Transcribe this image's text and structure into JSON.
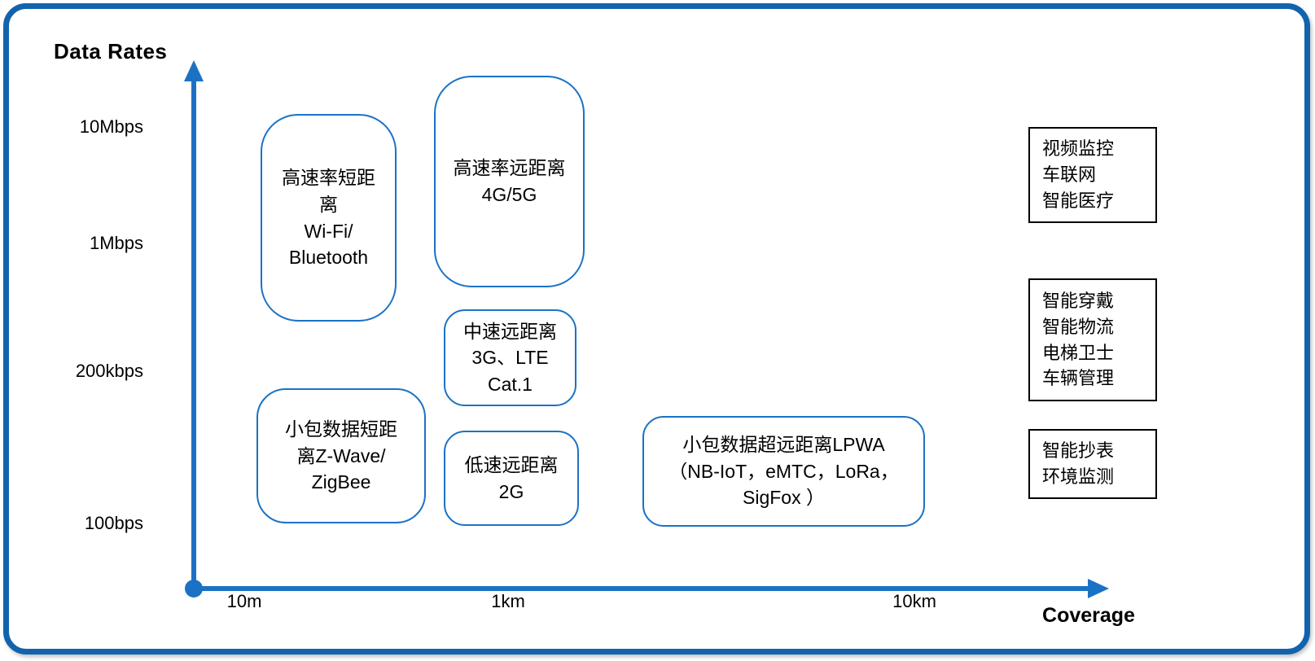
{
  "titles": {
    "y_axis": "Data Rates",
    "x_axis": "Coverage"
  },
  "axes": {
    "y_ticks": [
      "10Mbps",
      "1Mbps",
      "200kbps",
      "100bps"
    ],
    "x_ticks": [
      "10m",
      "1km",
      "10km"
    ]
  },
  "tech_boxes": [
    {
      "id": "wifi-bluetooth",
      "text": "高速率短距\n离\nWi-Fi/\nBluetooth"
    },
    {
      "id": "4g-5g",
      "text": "高速率远距离\n4G/5G"
    },
    {
      "id": "3g-lte-cat1",
      "text": "中速远距离\n3G、LTE\nCat.1"
    },
    {
      "id": "zwave-zigbee",
      "text": "小包数据短距\n离Z-Wave/\nZigBee"
    },
    {
      "id": "2g",
      "text": "低速远距离\n2G"
    },
    {
      "id": "lpwa",
      "text": "小包数据超远距离LPWA\n（NB-IoT，eMTC，LoRa，\nSigFox ）"
    }
  ],
  "app_boxes": [
    {
      "id": "video-surveillance",
      "text": "视频监控\n车联网\n智能医疗"
    },
    {
      "id": "smart-wearables",
      "text": "智能穿戴\n智能物流\n电梯卫士\n车辆管理"
    },
    {
      "id": "smart-metering",
      "text": "智能抄表\n环境监测"
    }
  ],
  "colors": {
    "accent_blue": "#1b72c4",
    "frame_blue": "#1263ad",
    "text": "#000000"
  }
}
